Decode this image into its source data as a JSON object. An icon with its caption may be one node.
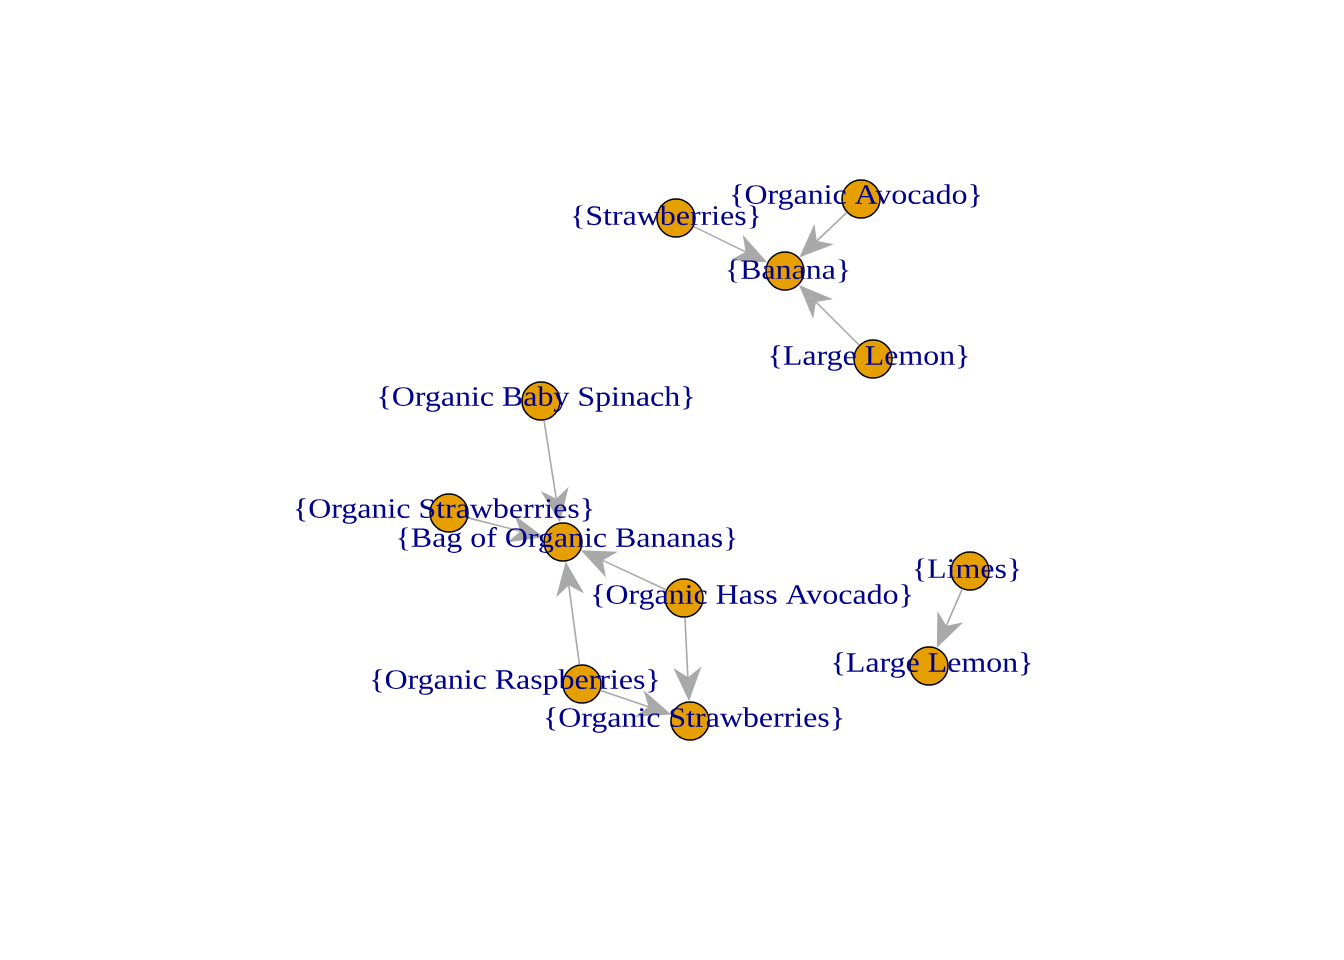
{
  "diagram": {
    "nodes": [
      {
        "text": [
          "{Organic Avocado}"
        ]
      },
      {
        "text": [
          "{Strawberries}"
        ]
      },
      {
        "text": [
          "{Banana}"
        ]
      },
      {
        "text": [
          "{Large Lemon}"
        ]
      },
      {
        "text": [
          "{Organic Baby Spinach}"
        ]
      },
      {
        "text": [
          "{Organic Strawberries}"
        ]
      },
      {
        "text": [
          "{Bag of Organic Bananas}"
        ]
      },
      {
        "text": [
          "{Limes}"
        ]
      },
      {
        "text": [
          "{Organic Hass Avocado}"
        ]
      },
      {
        "text": [
          "{Large Lemon}"
        ]
      },
      {
        "text": [
          "{Organic Raspberries}"
        ]
      },
      {
        "text": [
          "{Organic Strawberries}"
        ]
      }
    ],
    "edges": [
      {
        "from": 1,
        "to": 2,
        "arrow": "to"
      },
      {
        "from": 0,
        "to": 2,
        "arrow": "to"
      },
      {
        "from": 3,
        "to": 2,
        "arrow": "to"
      },
      {
        "from": 4,
        "to": 6,
        "arrow": "to"
      },
      {
        "from": 5,
        "to": 6,
        "arrow": "to"
      },
      {
        "from": 8,
        "to": 6,
        "arrow": "to"
      },
      {
        "from": 10,
        "to": 6,
        "arrow": "to"
      },
      {
        "from": 8,
        "to": 11,
        "arrow": "to"
      },
      {
        "from": 10,
        "to": 11,
        "arrow": "to"
      },
      {
        "from": 7,
        "to": 9,
        "arrow": "to"
      }
    ]
  }
}
